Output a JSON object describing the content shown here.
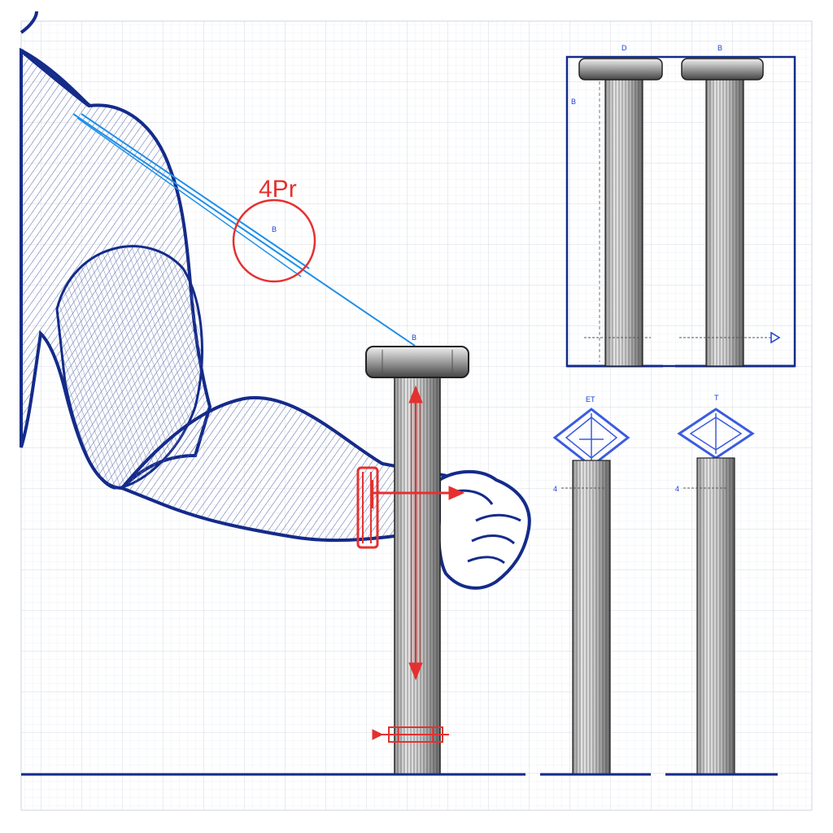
{
  "colors": {
    "grid": "#dfe4ee",
    "outline": "#142b8a",
    "muscle_stroke": "#4a5a9a",
    "accent_red": "#e53030",
    "accent_blue": "#1f8fe8",
    "bar_light": "#e8e8e8",
    "bar_dark": "#2c2c2c"
  },
  "annotations": {
    "angle_label": "4Pr",
    "circle_label": "B",
    "bar_top_label": "B",
    "panel_left_label": "D",
    "panel_right_label": "B",
    "panel_side_label": "B",
    "lower_left_label": "ET",
    "lower_right_label": "T",
    "lower_left_marker": "4",
    "lower_right_marker": "4"
  }
}
